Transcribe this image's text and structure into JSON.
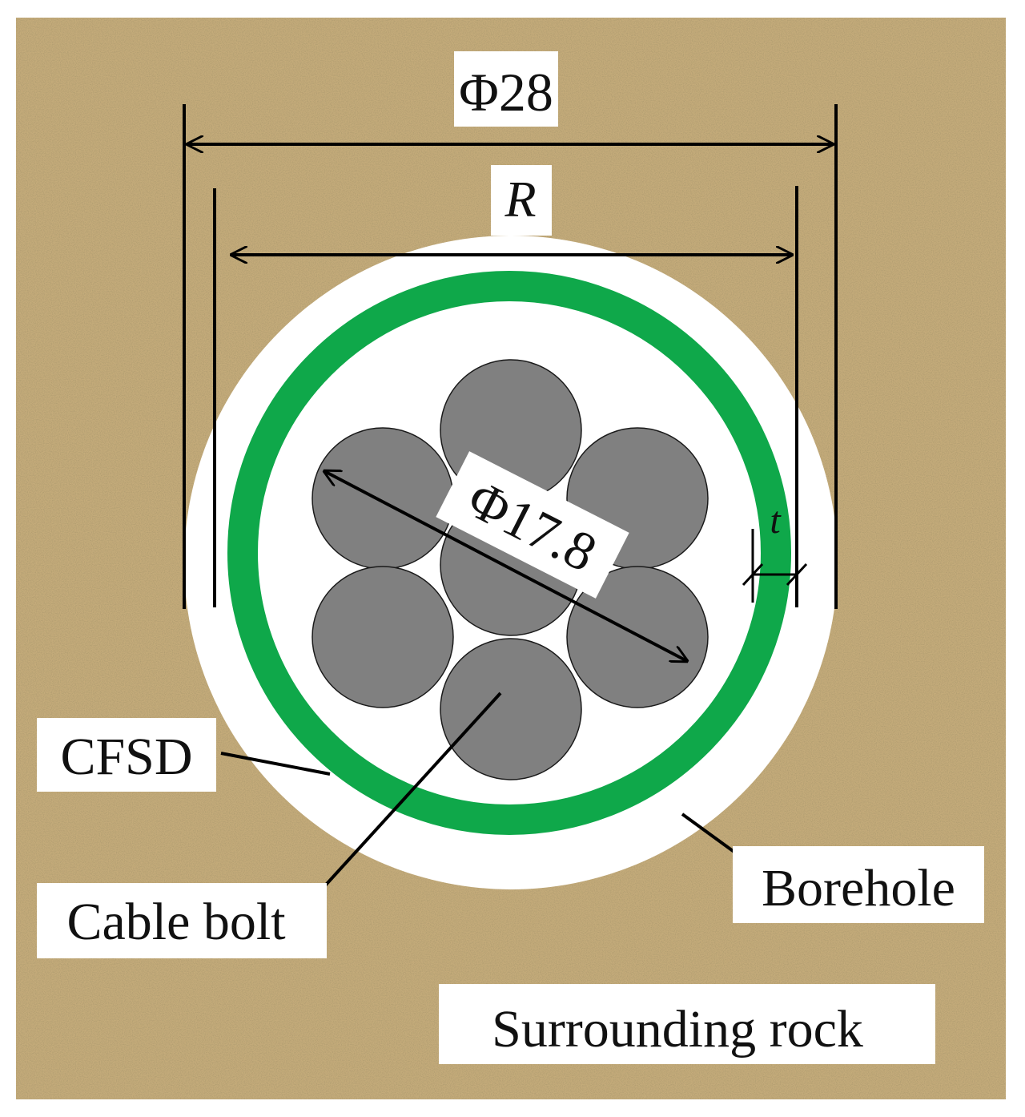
{
  "labels": {
    "outer_diameter": "Φ28",
    "inner_diameter": "R",
    "bolt_diameter": "Φ17.8",
    "thickness": "t",
    "cfsd": "CFSD",
    "cable_bolt": "Cable bolt",
    "borehole": "Borehole",
    "surrounding_rock": "Surrounding rock"
  },
  "colors": {
    "rock": "#c4ab7a",
    "cfsd_ring": "#0fa84a",
    "strand": "#808080",
    "borehole_fill": "#ffffff",
    "line": "#000000"
  }
}
